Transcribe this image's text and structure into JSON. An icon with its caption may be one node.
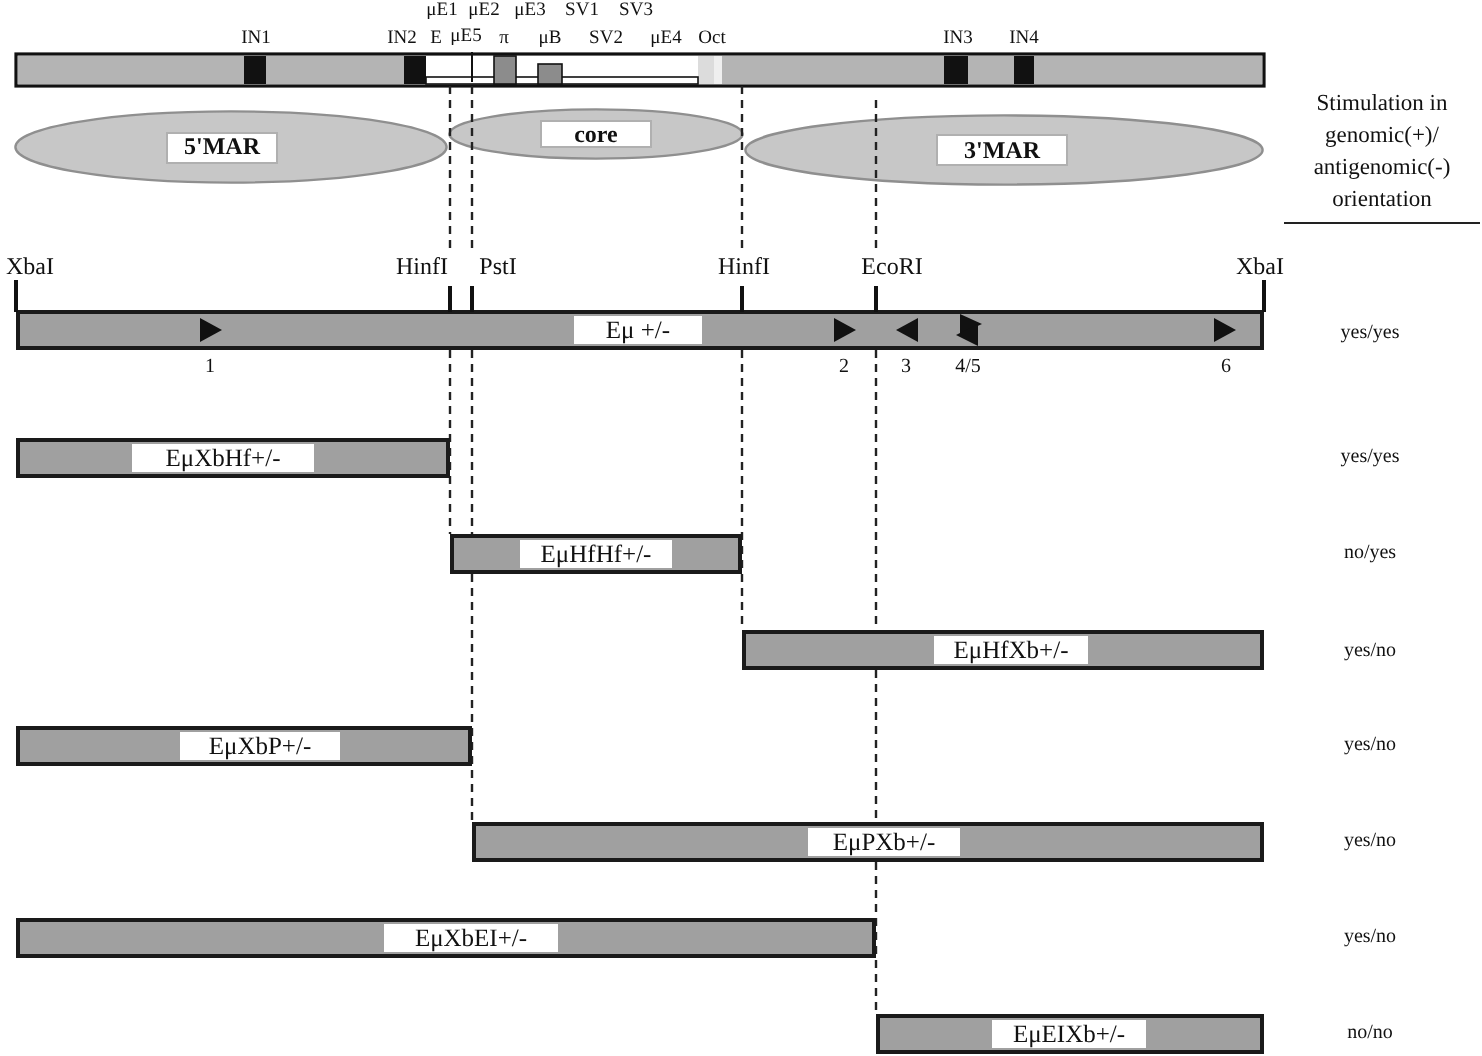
{
  "diagram": {
    "nodes": [
      {
        "text": [
          "5'MAR"
        ]
      },
      {
        "text": [
          "core"
        ]
      },
      {
        "text": [
          "3'MAR"
        ]
      },
      {
        "text": [
          "Eμ +/-"
        ],
        "beside": [
          "1",
          "2",
          "3",
          "4/5",
          "6"
        ]
      },
      {
        "text": [
          "EμXbHf+/-"
        ]
      },
      {
        "text": [
          "EμHfHf+/-"
        ]
      },
      {
        "text": [
          "EμHfXb+/-"
        ]
      },
      {
        "text": [
          "EμXbP+/-"
        ]
      },
      {
        "text": [
          "EμPXb+/-"
        ]
      },
      {
        "text": [
          "EμXbEI+/-"
        ]
      },
      {
        "text": [
          "EμEIXb+/-"
        ]
      }
    ],
    "labels": [
      "μE1",
      "μE2",
      "μE3",
      "SV1",
      "SV3",
      "IN1",
      "IN2",
      "E",
      "μE5",
      "π",
      "μB",
      "SV2",
      "μE4",
      "Oct",
      "IN3",
      "IN4",
      "Stimulation in genomic(+)/ antigenomic(-) orientation",
      "XbaI",
      "HinfI",
      "PstI",
      "HinfI",
      "EcoRI",
      "XbaI",
      "yes/yes",
      "yes/yes",
      "no/yes",
      "yes/no",
      "yes/no",
      "yes/no",
      "yes/no",
      "no/no"
    ]
  }
}
